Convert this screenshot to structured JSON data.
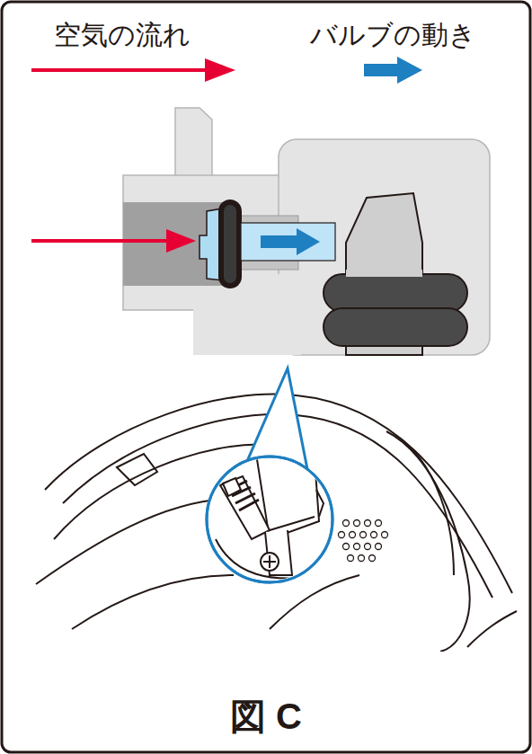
{
  "diagram": {
    "caption": "図 C",
    "legend": [
      {
        "text": "空気の流れ"
      },
      {
        "text": "バルブの動き"
      }
    ]
  }
}
